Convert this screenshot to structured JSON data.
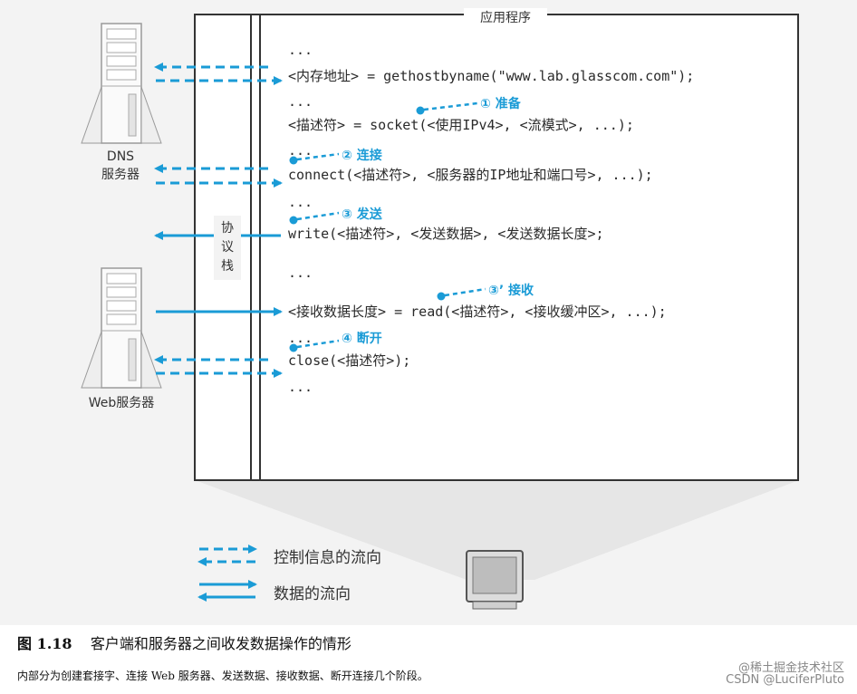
{
  "diagram": {
    "app_title": "应用程序",
    "protocol_stack_label": "协\n议\n栈",
    "dns_server_label": "DNS\n服务器",
    "web_server_label": "Web服务器",
    "code_lines": [
      "...",
      "<内存地址> = gethostbyname(\"www.lab.glasscom.com\");",
      "...",
      "<描述符> = socket(<使用IPv4>, <流模式>, ...);",
      "...",
      "connect(<描述符>, <服务器的IP地址和端口号>, ...);",
      "...",
      "write(<描述符>, <发送数据>, <发送数据长度>;",
      "...",
      "<接收数据长度> = read(<描述符>, <接收缓冲区>, ...);",
      "...",
      "close(<描述符>);",
      "..."
    ],
    "steps": {
      "prepare": "① 准备",
      "connect": "② 连接",
      "send": "③ 发送",
      "receive": "③’ 接收",
      "disconnect": "④ 断开"
    },
    "colors": {
      "arrow": "#1a9bd6",
      "frame": "#333333",
      "background": "#f3f3f3"
    }
  },
  "legend": {
    "control_label": "控制信息的流向",
    "data_label": "数据的流向"
  },
  "caption": {
    "figure_number": "图 1.18",
    "title": "客户端和服务器之间收发数据操作的情形",
    "text": "内部分为创建套接字、连接 Web 服务器、发送数据、接收数据、断开连接几个阶段。"
  },
  "watermark": {
    "line1": "@稀土掘金技术社区",
    "line2": "CSDN @LuciferPluto"
  }
}
